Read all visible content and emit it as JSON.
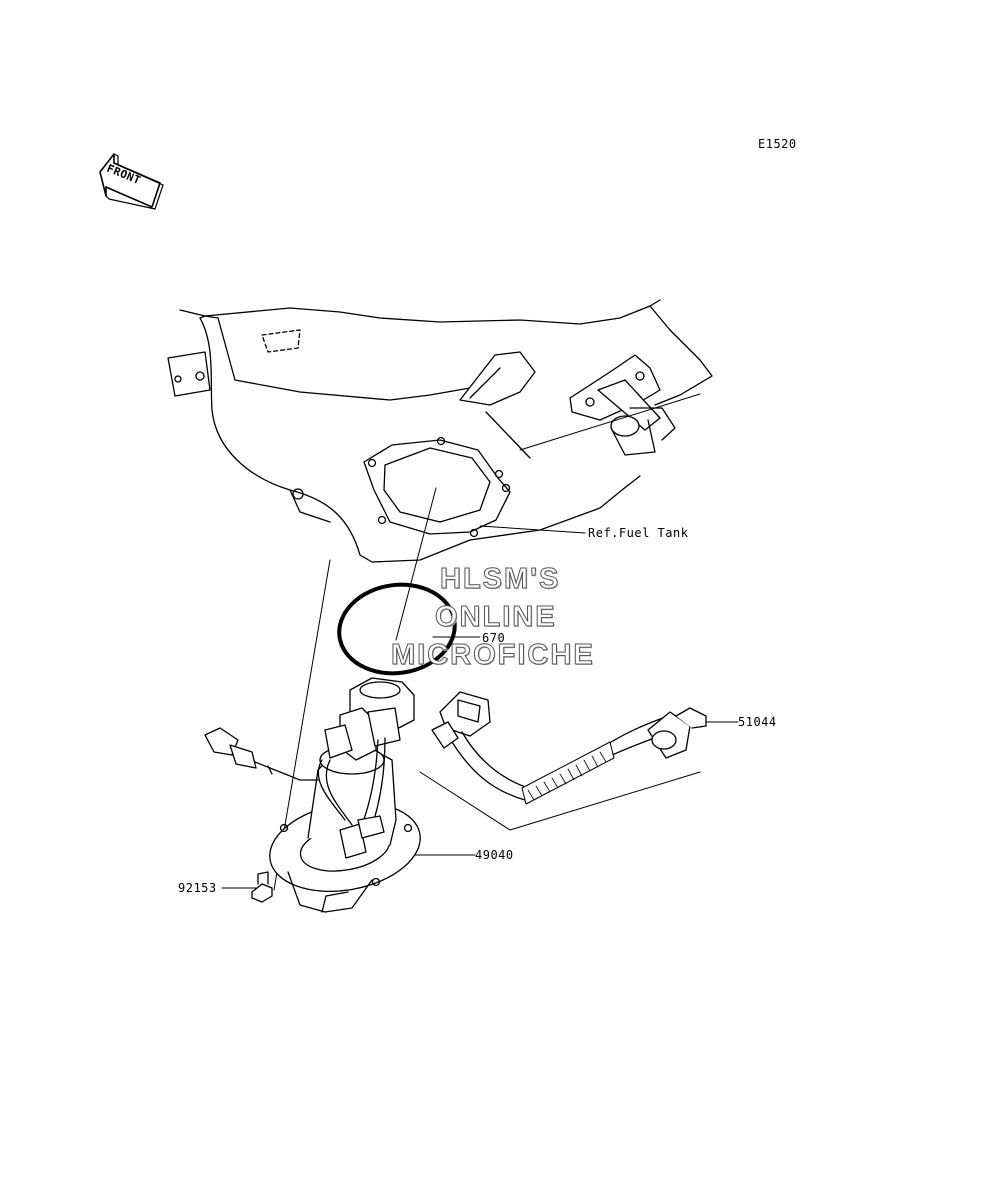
{
  "diagram": {
    "code": "E1520",
    "front_label": "FRONT",
    "ref_label": "Ref.Fuel Tank",
    "watermark": [
      "HLSM'S",
      "ONLINE",
      "MICROFICHE"
    ],
    "parts": [
      {
        "number": "670",
        "part": "o-ring"
      },
      {
        "number": "51044",
        "part": "fuel-hose"
      },
      {
        "number": "49040",
        "part": "fuel-pump"
      },
      {
        "number": "92153",
        "part": "bolt"
      }
    ]
  }
}
